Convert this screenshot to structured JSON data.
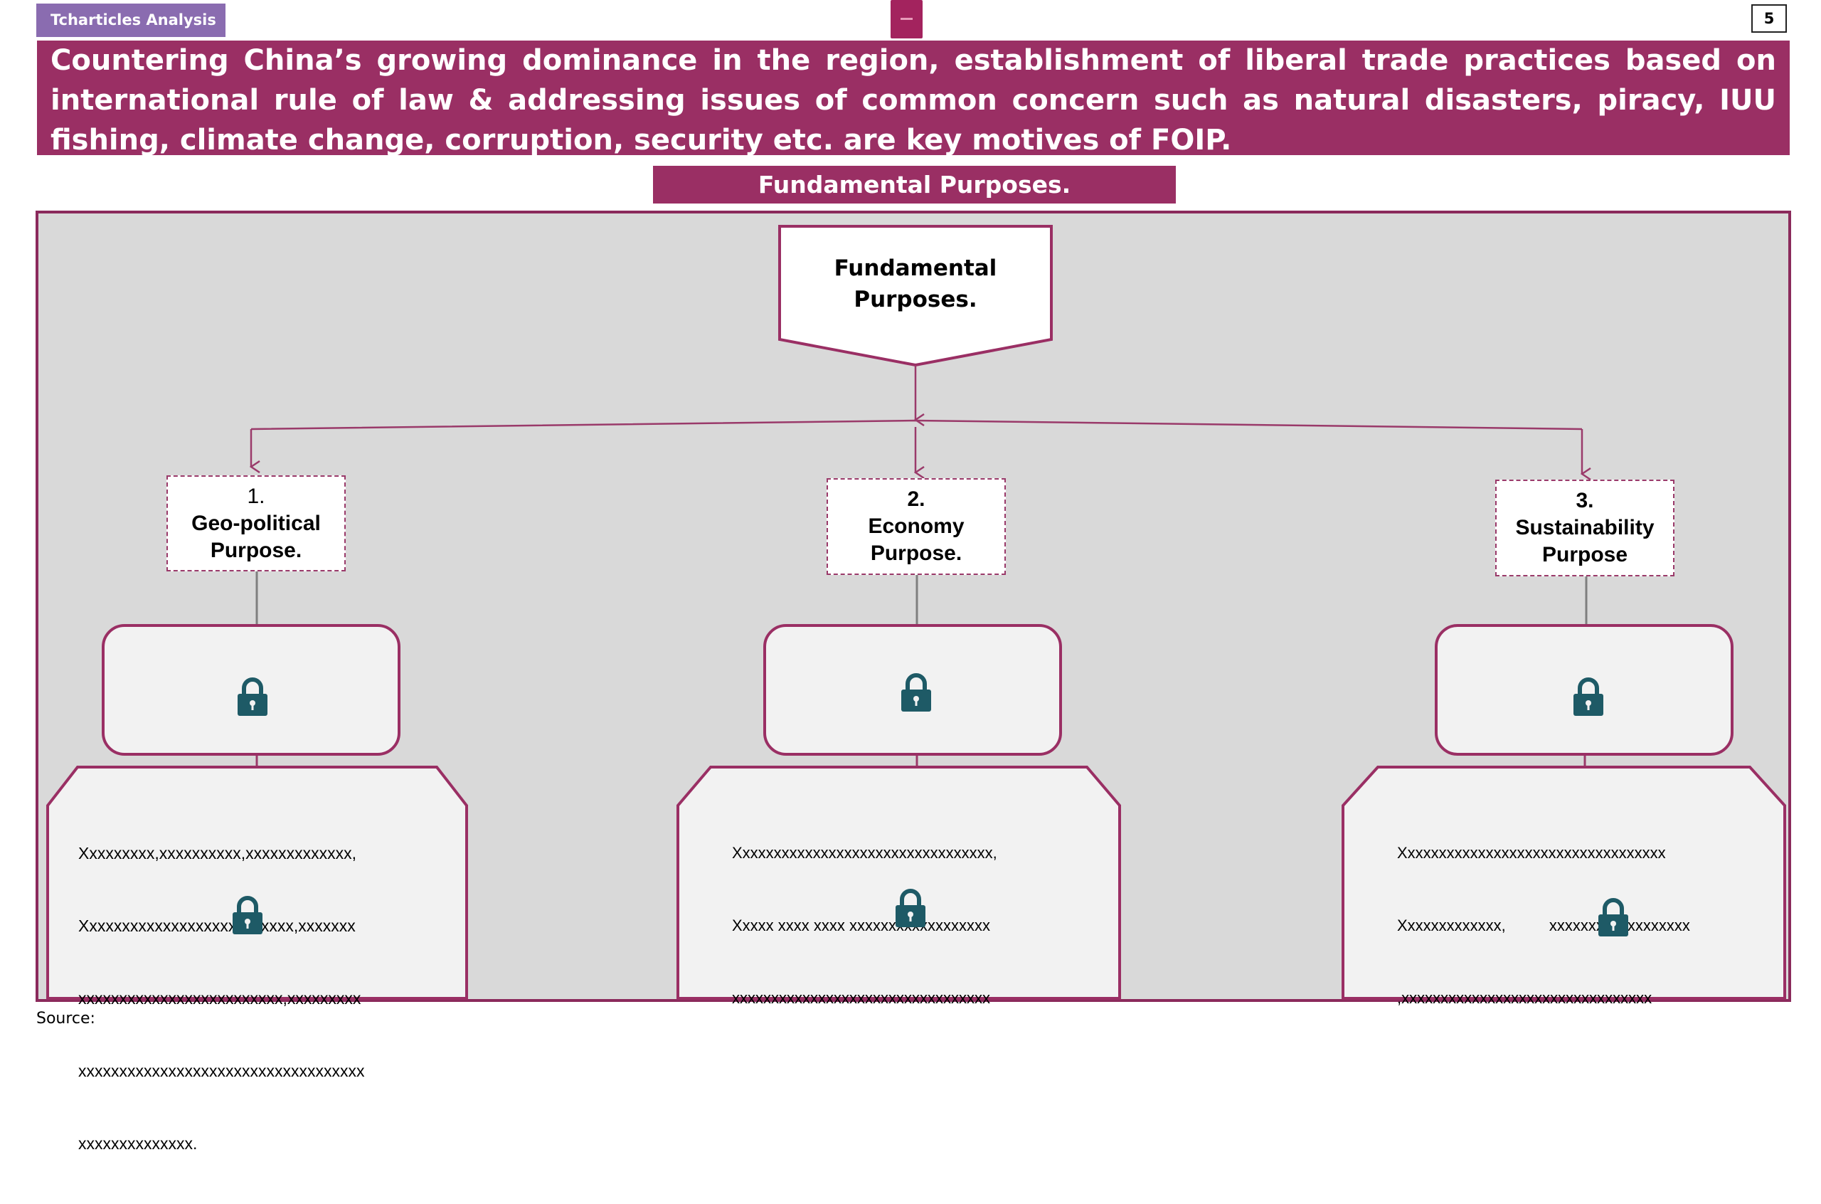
{
  "header": {
    "tag": "Tcharticles Analysis",
    "page_number": "5",
    "logo_icon": "brand-logo"
  },
  "banner": {
    "text": "Countering China’s growing dominance in the region, establishment of liberal trade practices based on international rule of law & addressing issues of common concern such as natural disasters, piracy, IUU fishing, climate change, corruption, security etc. are key motives of FOIP."
  },
  "subtitle": "Fundamental Purposes.",
  "diagram": {
    "root": {
      "line1": "Fundamental",
      "line2": "Purposes."
    },
    "purposes": [
      {
        "number": "1.",
        "line1": "Geo-political",
        "line2": "Purpose.",
        "body_lines": [
          "Xxxxxxxxx,xxxxxxxxxx,xxxxxxxxxxxxx,",
          "Xxxxxxxxxxxxxxxxxxxxxxxxxx,xxxxxxx",
          "xxxxxxxxxxxxxxxxxxxxxxxxx,xxxxxxxxx",
          "xxxxxxxxxxxxxxxxxxxxxxxxxxxxxxxxxxx",
          "xxxxxxxxxxxxxx."
        ]
      },
      {
        "number": "2.",
        "line1": "Economy",
        "line2": "Purpose.",
        "body_lines": [
          "Xxxxxxxxxxxxxxxxxxxxxxxxxxxxxxxxx,",
          "Xxxxx xxxx xxxx xxxxxxxxxxxxxxxxxx",
          "xxxxxxxxxxxxxxxxxxxxxxxxxxxxxxxxx"
        ]
      },
      {
        "number": "3.",
        "line1": "Sustainability",
        "line2": "Purpose",
        "body_lines": [
          "Xxxxxxxxxxxxxxxxxxxxxxxxxxxxxxxxxx",
          "Xxxxxxxxxxxxx,          xxxxxxxxxxxxxxxxxx",
          ",xxxxxxxxxxxxxxxxxxxxxxxxxxxxxxxx"
        ]
      }
    ],
    "lock_icon": "lock-icon",
    "colors": {
      "accent": "#9a2f64",
      "panel": "#d9d9d9",
      "lock": "#1e5a66",
      "tag": "#8a6cb0"
    }
  },
  "footer": {
    "source_label": "Source:"
  }
}
